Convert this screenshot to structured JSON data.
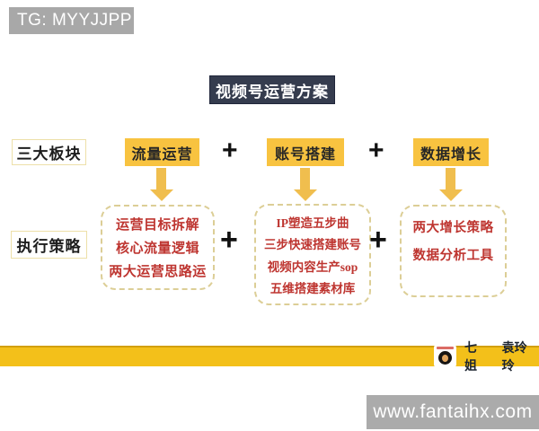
{
  "watermark_top": {
    "text": "TG: MYYJJPP"
  },
  "title": {
    "text": "视频号运营方案"
  },
  "labels": {
    "sections": "三大板块",
    "strategies": "执行策略"
  },
  "plus": {
    "symbol": "+"
  },
  "modules": [
    {
      "label": "流量运营",
      "items": [
        "运营目标拆解",
        "核心流量逻辑",
        "两大运营思路运"
      ]
    },
    {
      "label": "账号搭建",
      "items": [
        "IP塑造五步曲",
        "三步快速搭建账号",
        "视频内容生产sop",
        "五维搭建素材库"
      ]
    },
    {
      "label": "数据增长",
      "items": [
        "两大增长策略",
        "数据分析工具"
      ]
    }
  ],
  "footer": {
    "author_title": "七姐",
    "author_name": "袁玲玲"
  },
  "watermark_bottom": {
    "text": "www.fantaihx.com"
  },
  "colors": {
    "module_yellow": "#F8C340",
    "arrow_yellow": "#F0BE4E",
    "bar_yellow": "#F3C01A",
    "title_navy": "#353C4E",
    "red_text": "#BE3530",
    "watermark_gray": "#A8A8A8",
    "dashed_border": "#DCCE96"
  }
}
